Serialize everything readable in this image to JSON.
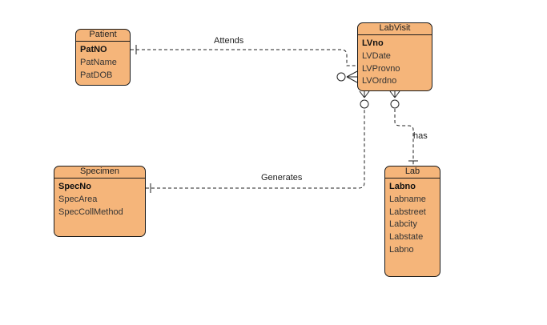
{
  "entities": {
    "patient": {
      "title": "Patient",
      "attributes": [
        {
          "name": "PatNO",
          "pk": true
        },
        {
          "name": "PatName",
          "pk": false
        },
        {
          "name": "PatDOB",
          "pk": false
        }
      ]
    },
    "labvisit": {
      "title": "LabVisit",
      "attributes": [
        {
          "name": "LVno",
          "pk": true
        },
        {
          "name": "LVDate",
          "pk": false
        },
        {
          "name": "LVProvno",
          "pk": false
        },
        {
          "name": "LVOrdno",
          "pk": false
        }
      ]
    },
    "specimen": {
      "title": "Specimen",
      "attributes": [
        {
          "name": "SpecNo",
          "pk": true
        },
        {
          "name": "SpecArea",
          "pk": false
        },
        {
          "name": "SpecCollMethod",
          "pk": false
        }
      ]
    },
    "lab": {
      "title": "Lab",
      "attributes": [
        {
          "name": "Labno",
          "pk": true
        },
        {
          "name": "Labname",
          "pk": false
        },
        {
          "name": "Labstreet",
          "pk": false
        },
        {
          "name": "Labcity",
          "pk": false
        },
        {
          "name": "Labstate",
          "pk": false
        },
        {
          "name": "Labno",
          "pk": false
        }
      ]
    }
  },
  "relationships": {
    "attends": {
      "label": "Attends"
    },
    "generates": {
      "label": "Generates"
    },
    "has": {
      "label": "has"
    }
  },
  "colors": {
    "entity_fill": "#f5b57a",
    "outline": "#1a1a1a",
    "line": "#222222"
  }
}
